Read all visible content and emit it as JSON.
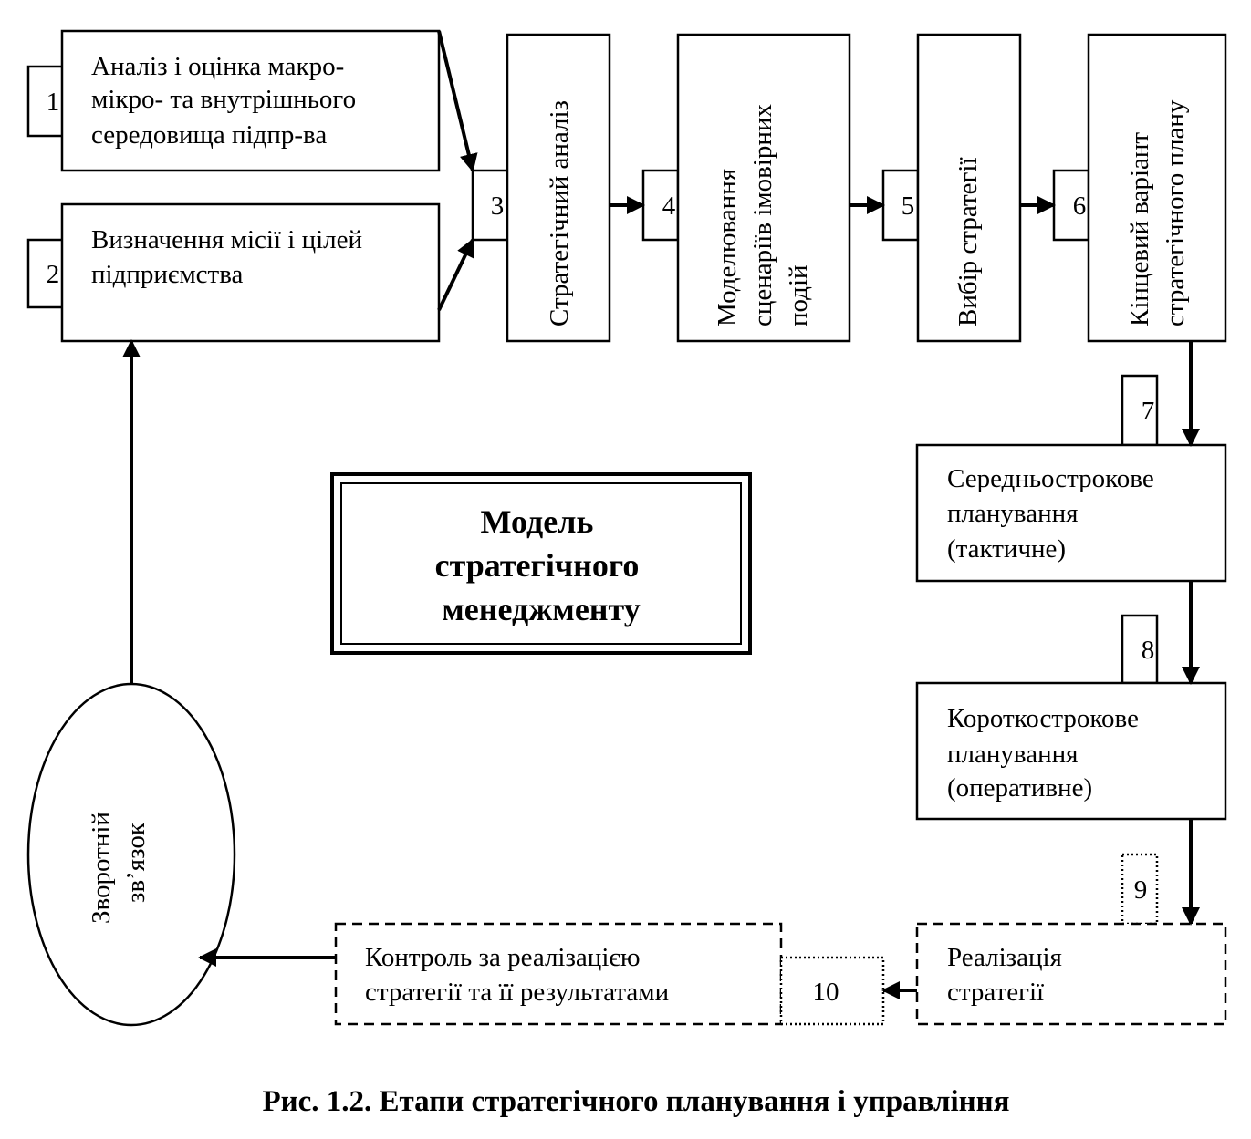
{
  "boxes": {
    "b1": [
      "Аналіз і оцінка макро-",
      "мікро- та внутрішнього",
      "середовища підпр-ва"
    ],
    "b2": [
      "Визначення місії і цілей",
      "підприємства"
    ],
    "b3": [
      "Стратегічний аналіз"
    ],
    "b4": [
      "Моделювання",
      "сценаріїв імовірних",
      "подій"
    ],
    "b5": [
      "Вибір стратегії"
    ],
    "b6": [
      "Кінцевий варіант",
      "стратегічного плану"
    ],
    "b7": [
      "Середньострокове",
      "планування",
      "(тактичне)"
    ],
    "b8": [
      "Короткострокове",
      "планування",
      "(оперативне)"
    ],
    "b9": [
      "Реалізація",
      "стратегії"
    ],
    "b10": [
      "Контроль за реалізацією",
      "стратегії та її результатами"
    ],
    "feedback": [
      "Зворотній",
      "зв’язок"
    ]
  },
  "numbers": {
    "n1": "1",
    "n2": "2",
    "n3": "3",
    "n4": "4",
    "n5": "5",
    "n6": "6",
    "n7": "7",
    "n8": "8",
    "n9": "9",
    "n10": "10"
  },
  "title": [
    "Модель",
    "стратегічного",
    "менеджменту"
  ],
  "caption": "Рис. 1.2. Етапи стратегічного планування і управління"
}
